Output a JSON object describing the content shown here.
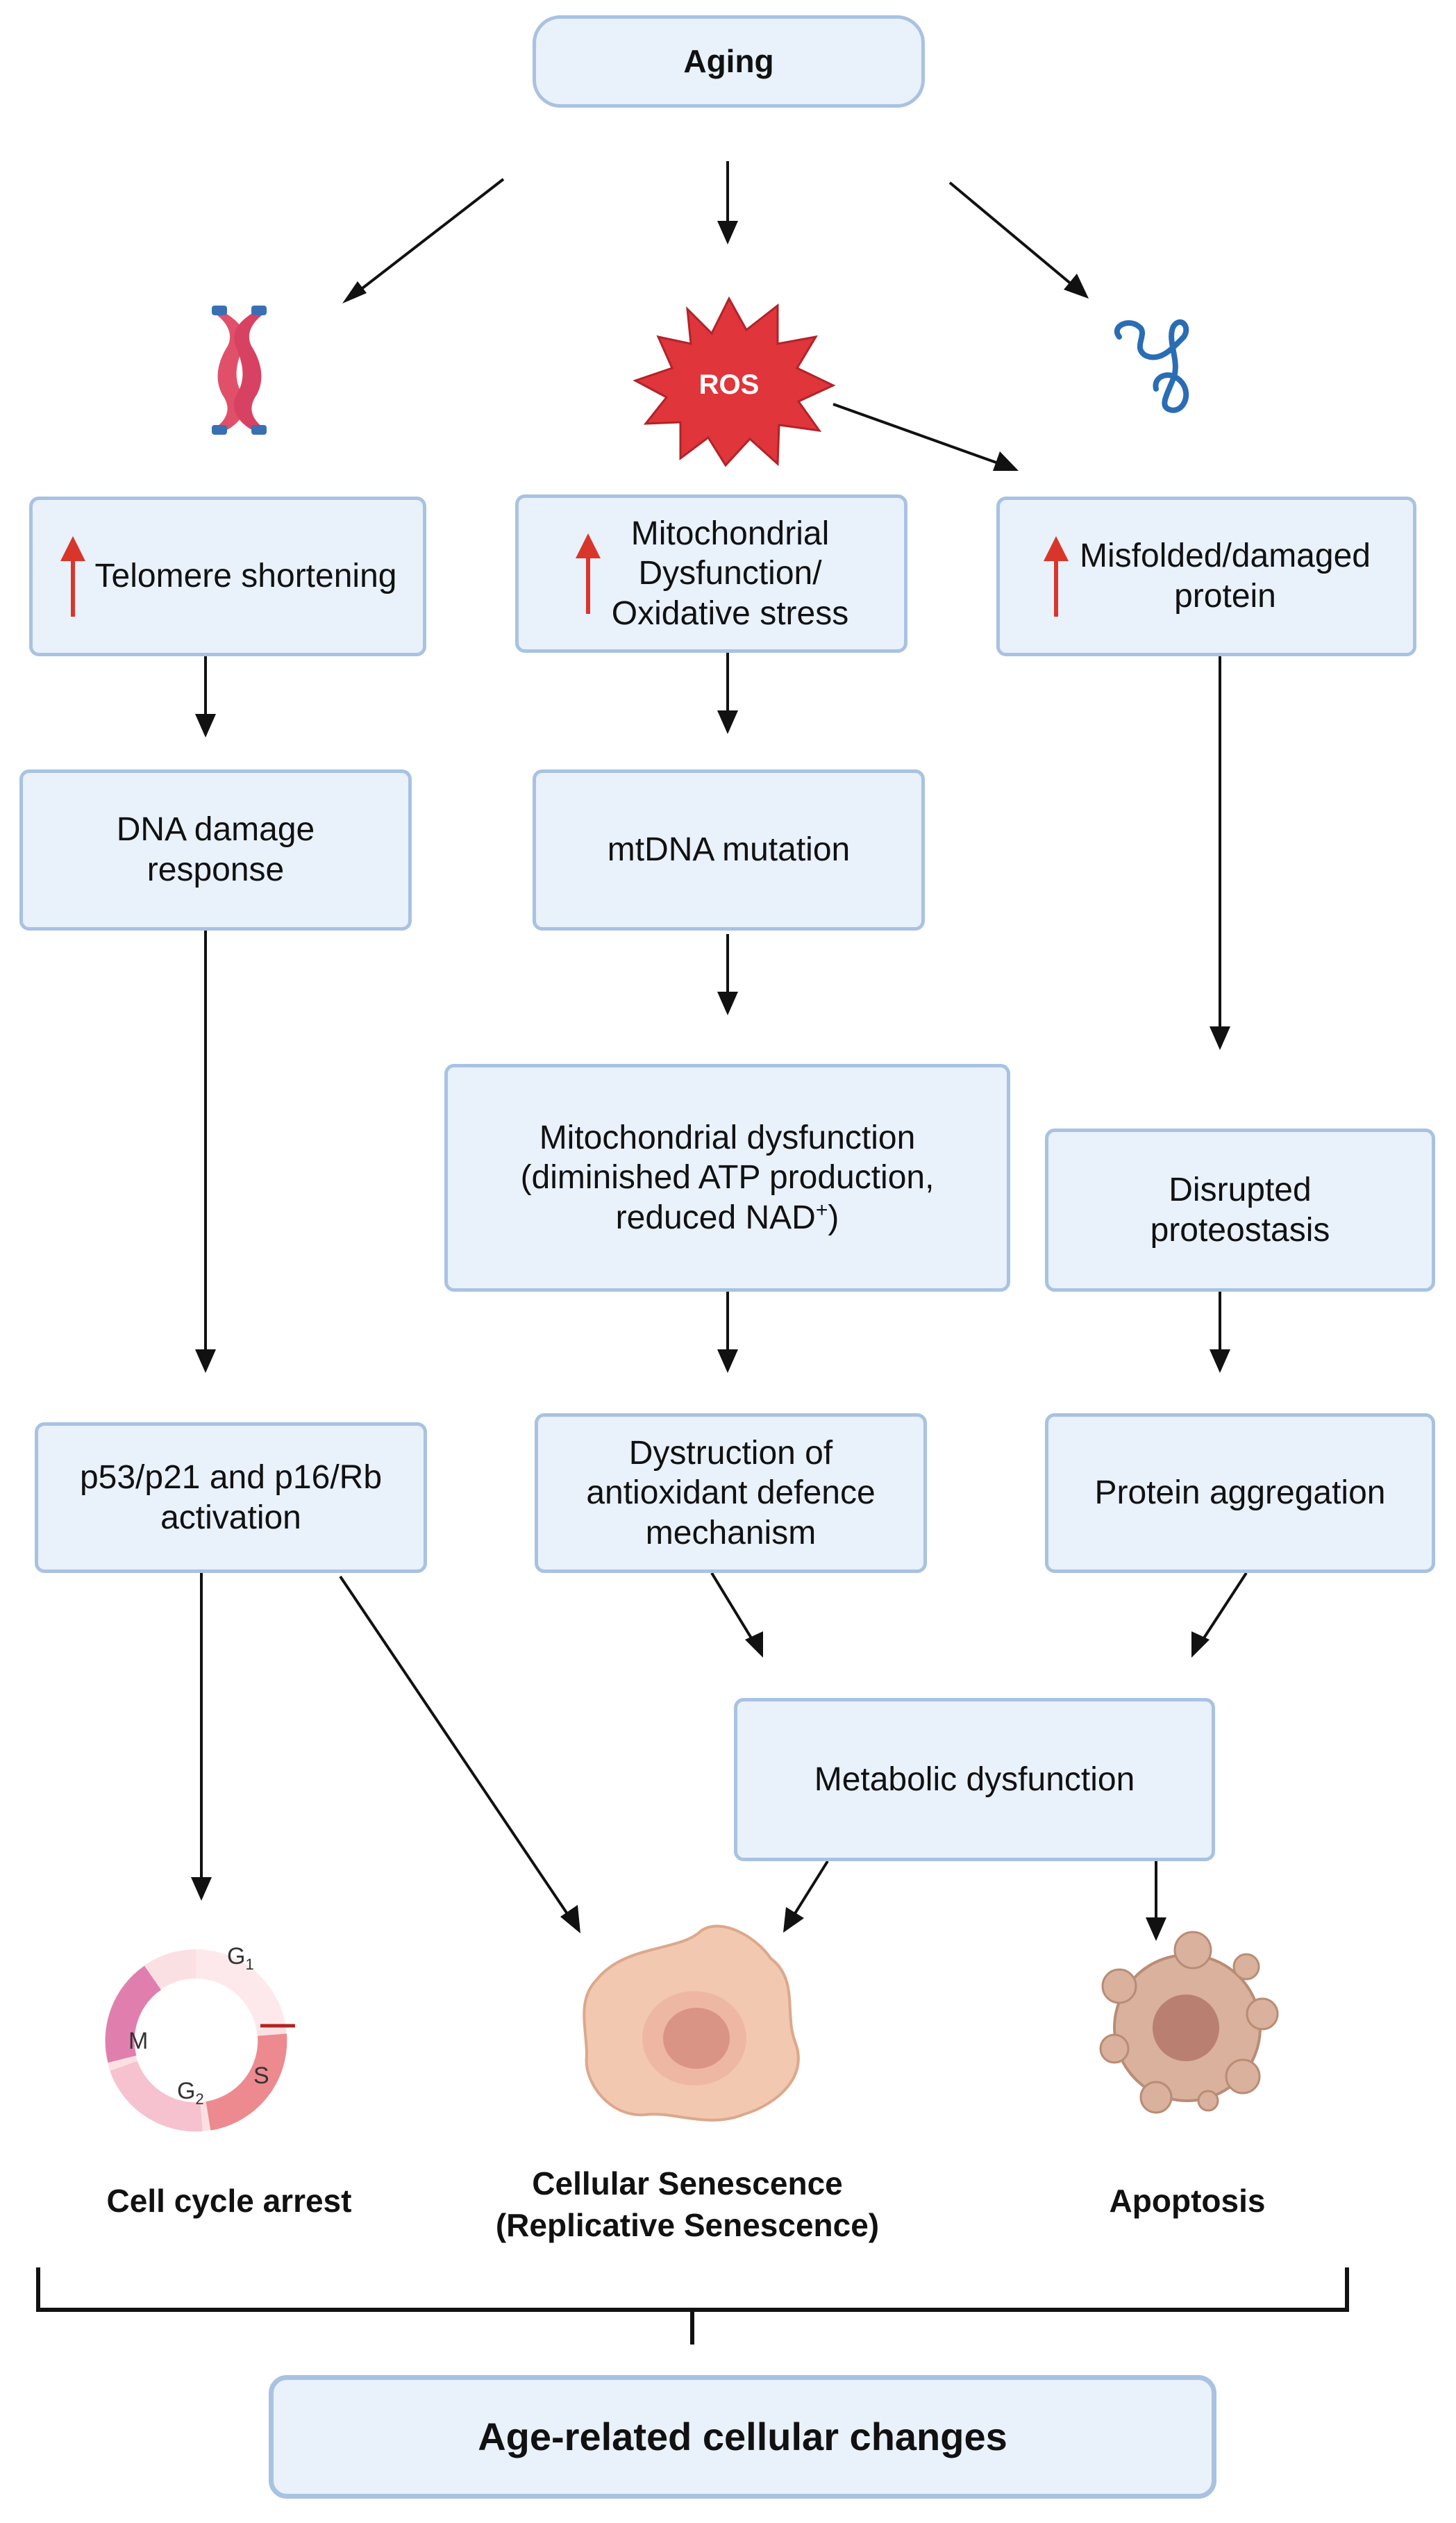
{
  "nodes": {
    "aging": "Aging",
    "telomere": "Telomere shortening",
    "mito_stress": "Mitochondrial\nDysfunction/\nOxidative stress",
    "misfolded": "Misfolded/damaged\nprotein",
    "dna_damage": "DNA damage\nresponse",
    "mtdna": "mtDNA mutation",
    "mito_dysfunction": "Mitochondrial dysfunction\n(diminished ATP production,\nreduced NAD",
    "mito_dysfunction_sup": "+",
    "mito_dysfunction_end": ")",
    "proteostasis": "Disrupted\nproteostasis",
    "p53": "p53/p21 and p16/Rb\nactivation",
    "antioxidant": "Dystruction of\nantioxidant defence\nmechanism",
    "aggregation": "Protein aggregation",
    "metabolic": "Metabolic dysfunction",
    "final": "Age-related cellular changes"
  },
  "icons": {
    "ros": "ROS",
    "cell_cycle": {
      "g1": "G",
      "g1_sub": "1",
      "g2": "G",
      "g2_sub": "2",
      "s": "S",
      "m": "M"
    }
  },
  "outcomes": {
    "cell_cycle_arrest": "Cell cycle arrest",
    "senescence": "Cellular Senescence\n(Replicative Senescence)",
    "apoptosis": "Apoptosis"
  },
  "colors": {
    "box_fill": "#e9f1fb",
    "box_border": "#a9c2e2",
    "increase_arrow": "#d9362b",
    "ros_star": "#e0353a",
    "chromosome": "#e0506a",
    "protein": "#2a6db5",
    "cell": "#f3c8b0"
  }
}
